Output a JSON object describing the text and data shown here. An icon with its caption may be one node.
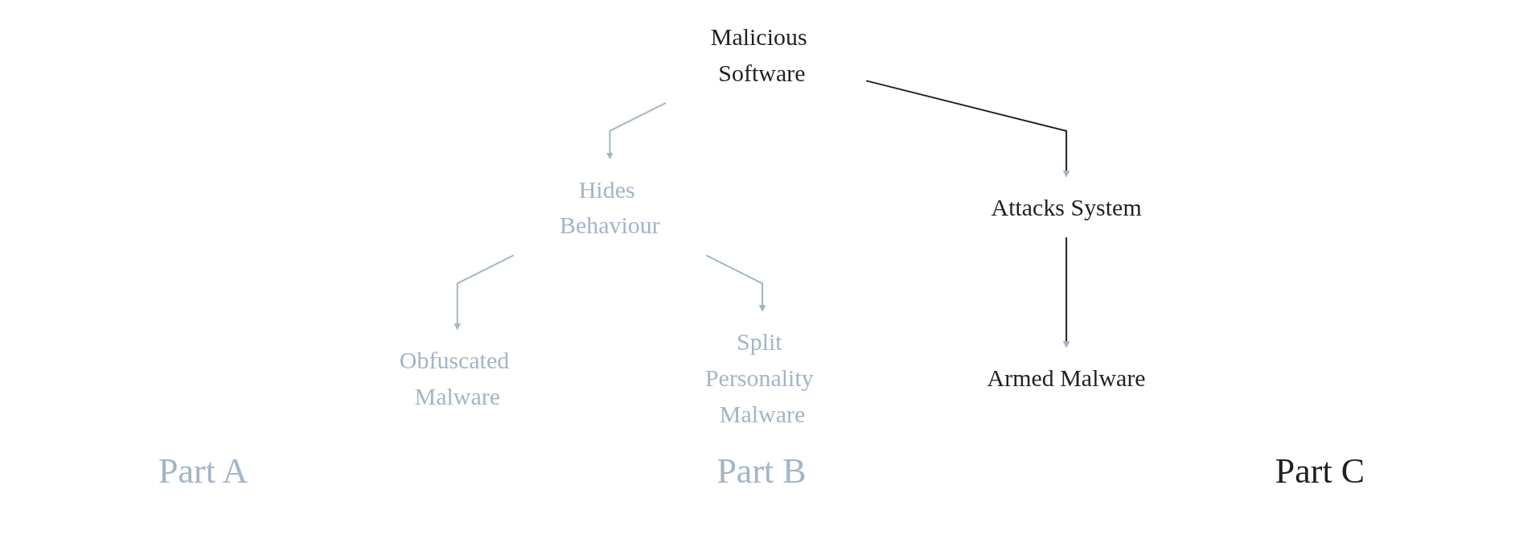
{
  "diagram": {
    "nodes": [
      {
        "text": [
          "Malicious Software"
        ]
      },
      {
        "text": [
          "Hides Behaviour"
        ]
      },
      {
        "text": [
          "Attacks System"
        ]
      },
      {
        "text": [
          "Obfuscated Malware"
        ]
      },
      {
        "text": [
          "Split Personality Malware"
        ]
      },
      {
        "text": [
          "Armed Malware"
        ]
      }
    ],
    "edges": [
      {
        "from": 0,
        "to": 1,
        "arrow": "to"
      },
      {
        "from": 0,
        "to": 2,
        "arrow": "to",
        "color": "#231f20"
      },
      {
        "from": 1,
        "to": 3,
        "arrow": "to"
      },
      {
        "from": 1,
        "to": 4,
        "arrow": "to"
      },
      {
        "from": 2,
        "to": 5,
        "arrow": "to",
        "color": "#231f20"
      }
    ],
    "labels": [
      "Part A",
      "Part B",
      "Part C"
    ]
  }
}
